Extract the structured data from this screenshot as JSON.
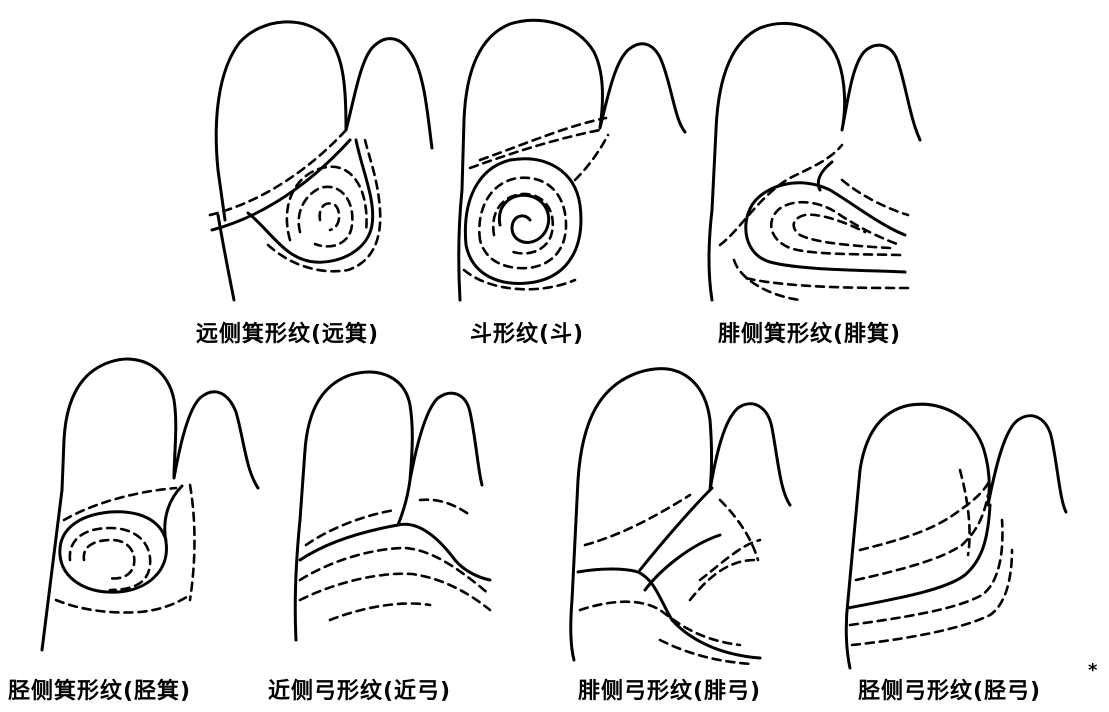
{
  "captions": [
    "远侧箕形纹(远箕)",
    "斗形纹(斗)",
    "腓侧箕形纹(腓箕)",
    "胫侧箕形纹(胫箕)",
    "近侧弓形纹(近弓)",
    "腓侧弓形纹(腓弓)",
    "胫侧弓形纹(胫弓)"
  ],
  "footnote_mark": "*"
}
